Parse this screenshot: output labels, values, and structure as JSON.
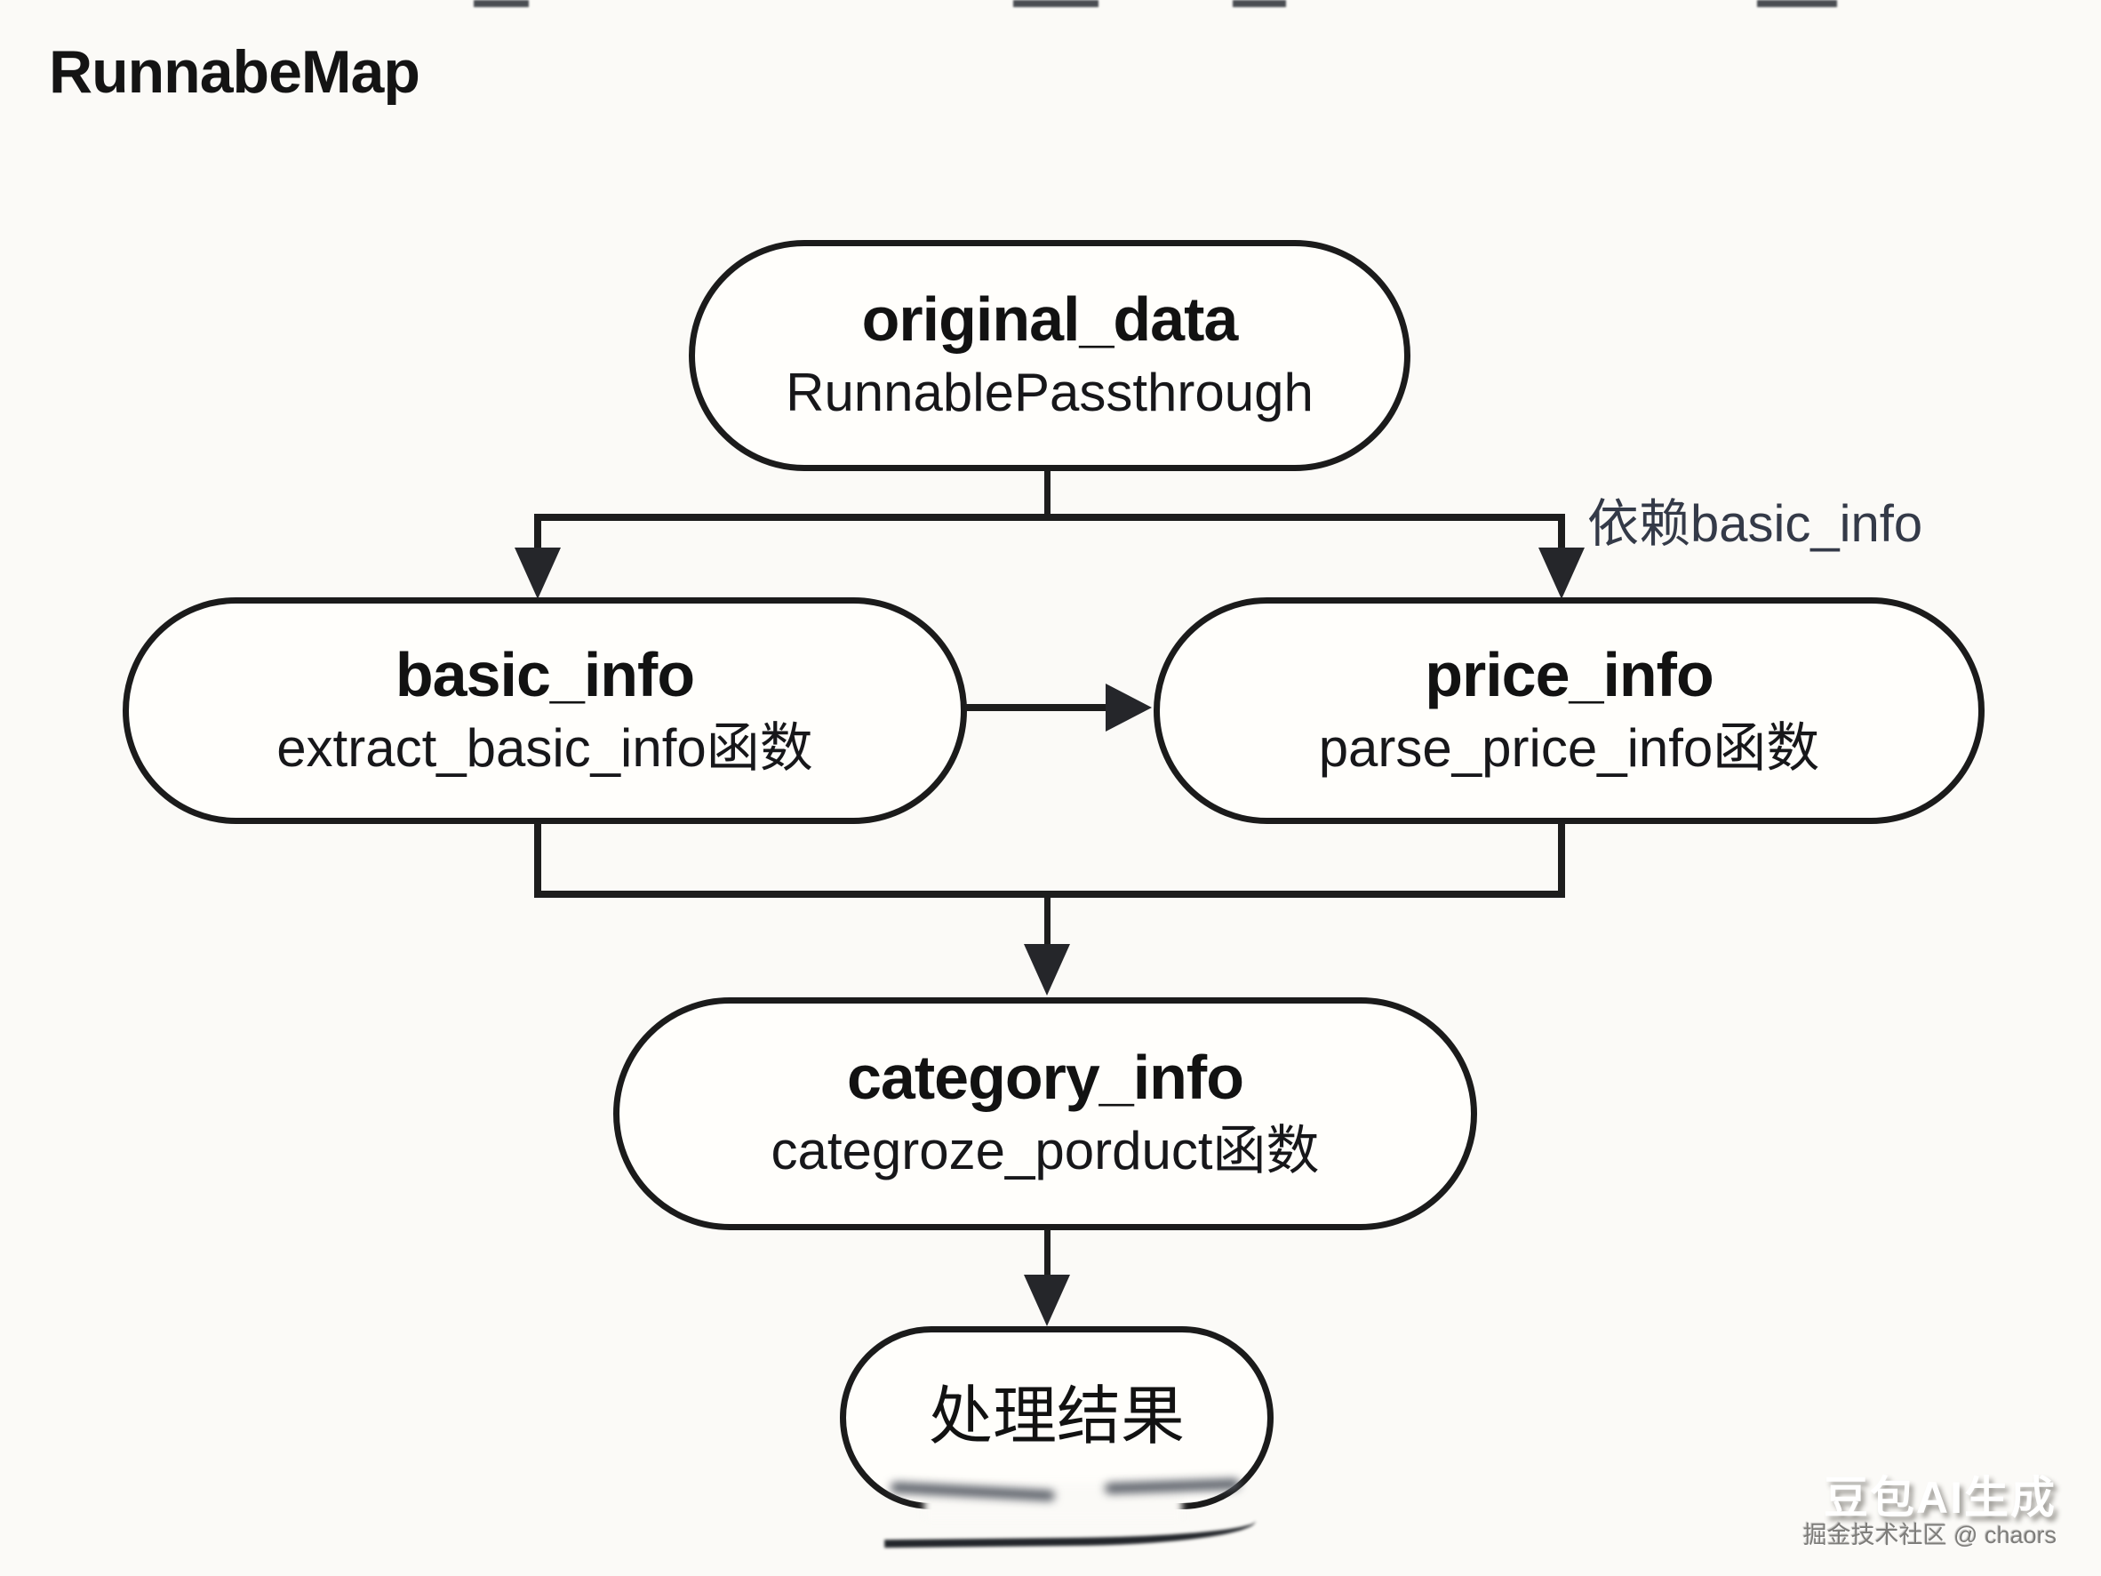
{
  "diagram": {
    "title": "RunnabeMap",
    "nodes": {
      "original_data": {
        "title": "original_data",
        "subtitle": "RunnablePassthrough"
      },
      "basic_info": {
        "title": "basic_info",
        "subtitle": "extract_basic_info函数"
      },
      "price_info": {
        "title": "price_info",
        "subtitle": "parse_price_info函数"
      },
      "category_info": {
        "title": "category_info",
        "subtitle": "categroze_porduct函数"
      },
      "result": {
        "title": "处理结果"
      }
    },
    "edges": [
      {
        "from": "original_data",
        "to": "basic_info"
      },
      {
        "from": "original_data",
        "to": "price_info",
        "label": "依赖basic_info"
      },
      {
        "from": "basic_info",
        "to": "price_info"
      },
      {
        "from": "basic_info",
        "to": "category_info"
      },
      {
        "from": "price_info",
        "to": "category_info"
      },
      {
        "from": "category_info",
        "to": "result"
      }
    ],
    "colors": {
      "background": "#fbfaf7",
      "line": "#1d1d1d",
      "text": "#141414",
      "annotation": "#343a48"
    }
  },
  "watermark": {
    "generator": "豆包AI生成",
    "community": "掘金技术社区 @ chaors"
  }
}
